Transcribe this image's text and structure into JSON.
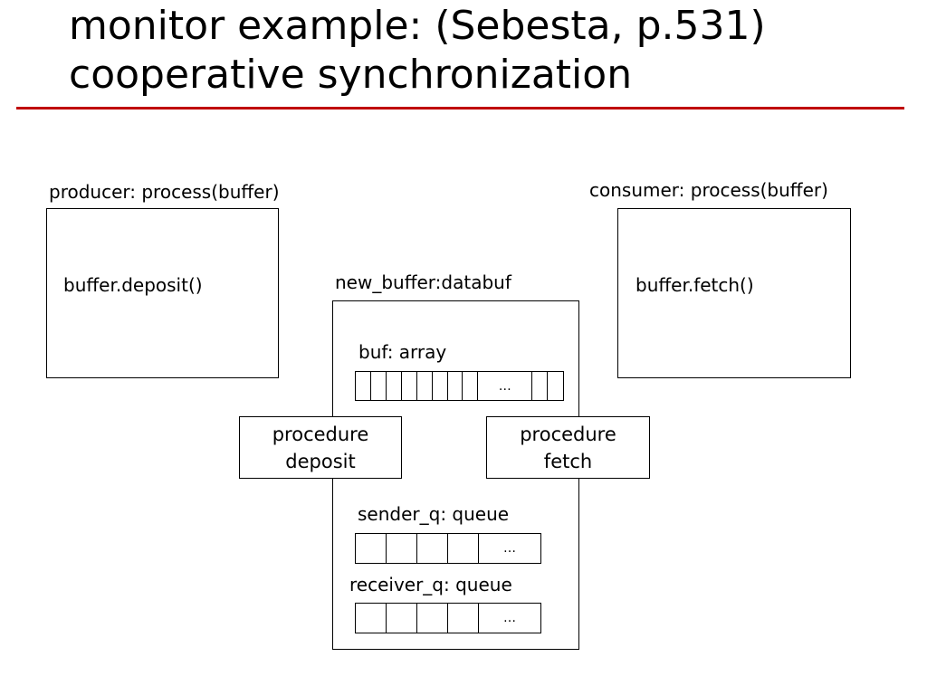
{
  "slide": {
    "title_line1": "monitor example: (Sebesta, p.531)",
    "title_line2": "cooperative synchronization",
    "rule_color": "#c00000"
  },
  "producer": {
    "label": "producer: process(buffer)",
    "call": "buffer.deposit()"
  },
  "consumer": {
    "label": "consumer: process(buffer)",
    "call": "buffer.fetch()"
  },
  "monitor": {
    "label": "new_buffer:databuf",
    "buf_label": "buf: array",
    "buf_ellipsis": "…",
    "deposit": {
      "line1": "procedure",
      "line2": "deposit"
    },
    "fetch": {
      "line1": "procedure",
      "line2": "fetch"
    },
    "sender_label": "sender_q: queue",
    "sender_ellipsis": "…",
    "receiver_label": "receiver_q: queue",
    "receiver_ellipsis": "…"
  }
}
